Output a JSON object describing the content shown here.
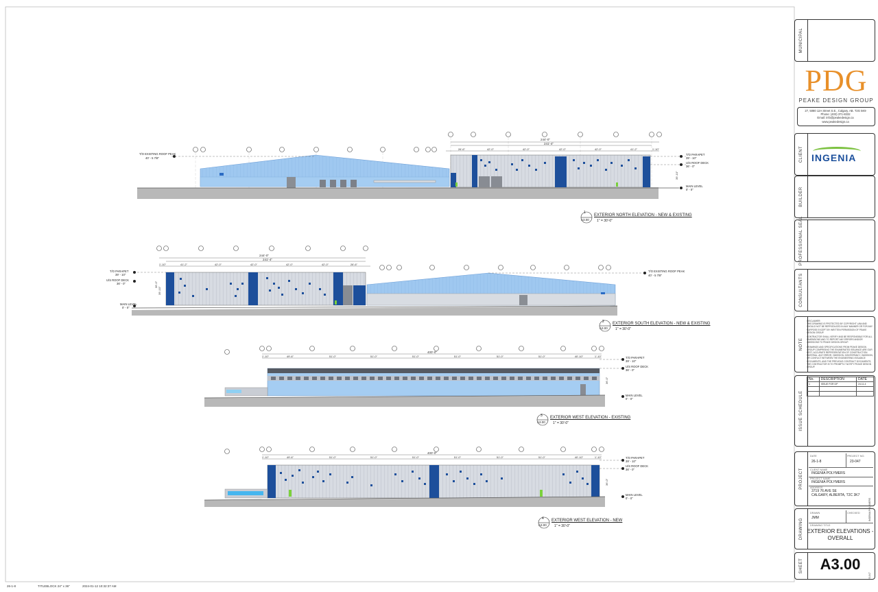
{
  "titleblock": {
    "sections": {
      "municipal": "MUNICIPAL",
      "client": "CLIENT",
      "builder": "BUILDER",
      "professional_seal": "PROFESSIONAL SEAL",
      "consultants": "CONSULTANTS",
      "note": "NOTE",
      "issue_schedule": "ISSUE SCHEDULE",
      "project": "PROJECT",
      "drawing": "DRAWING",
      "sheet": "SHEET"
    },
    "firm": {
      "logo": "PDG",
      "name": "PEAKE DESIGN GROUP",
      "address_lines": [
        "27, 5080 12A Street S.E., Calgary, AB. T2G 5K9",
        "Phone: (403) 371-8332",
        "Email: info@peakedesign.ca",
        "www.peakedesign.ca"
      ]
    },
    "client_logo": "INGENIA",
    "disclaimer": [
      "DISCLAIMER:",
      "THIS DRAWING IS PROTECTED BY COPYRIGHT LAW AND SHOULD NOT BE REPRODUCED IN ANY MANNER OR FOR ANY PURPOSE EXCEPT BY WRITTEN PERMISSION OF PEAKE DESIGN GROUP.",
      "CONTRACTOR SHALL VERIFY AND BE RESPONSIBLE FOR ALL DIMENSIONS AND TO REPORT ANY ERRORS AND/OR OMISSIONS TO PEAKE DESIGN GROUP.",
      "DRAWINGS AND SPECIFICATIONS FROM PEAKE DESIGN GROUP COMPRISING THE ENUMERATED ISSUANCE ARE OUR BEST, ACCURATE REPRESENTATION OF CONSTRUCTION MATERIAL. ANY ERROR, OMISSION, DISCREPANCY, OMISSION, OR CONFLICT BETWEEN THE ENGINEERING ISSUANCE DOCUMENTS, AND THE PREVIOUS CONTRACT DOCUMENTS, THE CONTRACTOR IS TO PROMPTLY NOTIFY PEAKE DESIGN GROUP."
    ],
    "issue_schedule": {
      "headers": [
        "No.",
        "DESCRIPTION",
        "DATE"
      ],
      "rows": [
        [
          "1",
          "ISSUE FOR DP",
          "24.11.4"
        ]
      ]
    },
    "project_fields": {
      "date_label": "DATE",
      "date_value": "26-1-8",
      "project_label": "PROJECT NO.",
      "project_value": "23-047",
      "client_label": "CLIENT NAME",
      "client_value": "INGENIA POLYMERS",
      "project_name_label": "PROJECT NAME",
      "project_name_value": "INGENIA POLYMERS",
      "address_label": "ADDRESS",
      "address_value": "3719 76 AVE SE\nCALGARY, ALBERTA, T2C 3K7"
    },
    "drawing_fields": {
      "drawn_label": "DRAWN",
      "drawn_value": "JMM",
      "checked_label": "CHECKED",
      "drawing_title_label": "DRAWING TITLE",
      "title": "EXTERIOR ELEVATIONS -\nOVERALL"
    },
    "sheet_number": "A3.00",
    "side_project": "INGENIA POLYMERS",
    "side_num": "23-047"
  },
  "footer": {
    "date": "26-1-8",
    "titleblock": "TITLEBLOCK 24\" x 36\"",
    "plot_time": "2024-01-12 10:32:37 AM"
  },
  "elevations": [
    {
      "num": "1",
      "sheet": "A3.00",
      "title": "EXTERIOR NORTH ELEVATION - NEW & EXISTING",
      "scale": "1\" = 30'-0\""
    },
    {
      "num": "2",
      "sheet": "A3.00",
      "title": "EXTERIOR SOUTH ELEVATION - NEW & EXISTING",
      "scale": "1\" = 30'-0\""
    },
    {
      "num": "3",
      "sheet": "A3.00",
      "title": "EXTERIOR WEST ELEVATION - EXISTING",
      "scale": "1\" = 30'-0\""
    },
    {
      "num": "4",
      "sheet": "A3.00",
      "title": "EXTERIOR WEST ELEVATION - NEW",
      "scale": "1\" = 30'-0\""
    }
  ],
  "level_tags": {
    "existing_roof_peak": "T/O EXISTING ROOF PEAK",
    "existing_roof_peak_val": "40' - 5 7/8\"",
    "parapet": "T/O PARAPET",
    "parapet_val": "39' - 10\"",
    "roof_deck": "U/S ROOF DECK",
    "roof_deck_val": "36' - 0\"",
    "main_level": "MAIN LEVEL",
    "main_level_val": "0' - 0\""
  },
  "dims": {
    "north_overall": "244'-0\"",
    "north_second": "241'-4\"",
    "north_parts": [
      "26'-6\"",
      "42'-0\"",
      "42'-0\"",
      "42'-0\"",
      "42'-0\"",
      "41'-2\"",
      "1'-10\""
    ],
    "south_overall": "244'-0\"",
    "south_second": "241'-4\"",
    "south_parts": [
      "1'-10\"",
      "41'-2\"",
      "42'-0\"",
      "42'-0\"",
      "42'-0\"",
      "42'-0\"",
      "26'-6\""
    ],
    "west_overall": "400'-0\"",
    "west_parts": [
      "1'-10\"",
      "49'-6\"",
      "51'-0\"",
      "51'-0\"",
      "51'-0\"",
      "51'-0\"",
      "51'-0\"",
      "51'-0\"",
      "40'-10\"",
      "1'-10\""
    ],
    "height": "39'-10\"",
    "height2": "36'-0\""
  }
}
